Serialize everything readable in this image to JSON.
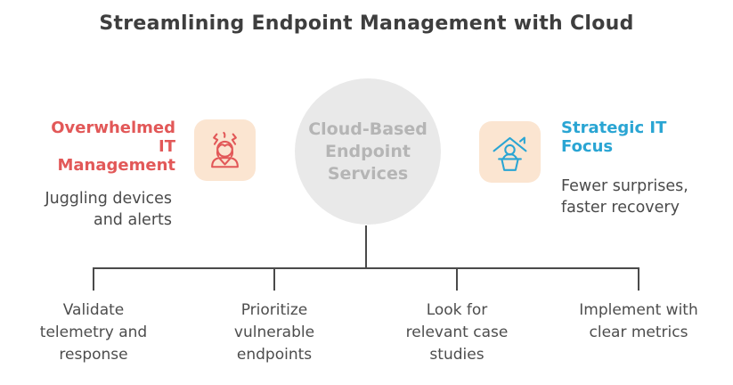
{
  "title": "Streamlining Endpoint Management with Cloud",
  "center": {
    "label": "Cloud-Based\nEndpoint\nServices"
  },
  "left": {
    "heading": "Overwhelmed\nIT\nManagement",
    "subtitle": "Juggling devices\nand alerts",
    "icon": "stressed-person-icon"
  },
  "right": {
    "heading": "Strategic IT\nFocus",
    "subtitle": "Fewer surprises,\nfaster recovery",
    "icon": "person-at-home-icon"
  },
  "branches": [
    {
      "label": "Validate\ntelemetry and\nresponse"
    },
    {
      "label": "Prioritize\nvulnerable\nendpoints"
    },
    {
      "label": "Look for\nrelevant case\nstudies"
    },
    {
      "label": "Implement with\nclear metrics"
    }
  ],
  "colors": {
    "left_accent": "#e25858",
    "right_accent": "#2aa5d3",
    "icon_bg": "#fbe5d1",
    "circle_bg": "#e9e9e9",
    "circle_text": "#b5b5b5",
    "line": "#4a4a4a",
    "body_text": "#4a4a4a",
    "title_text": "#3e3e3e"
  }
}
